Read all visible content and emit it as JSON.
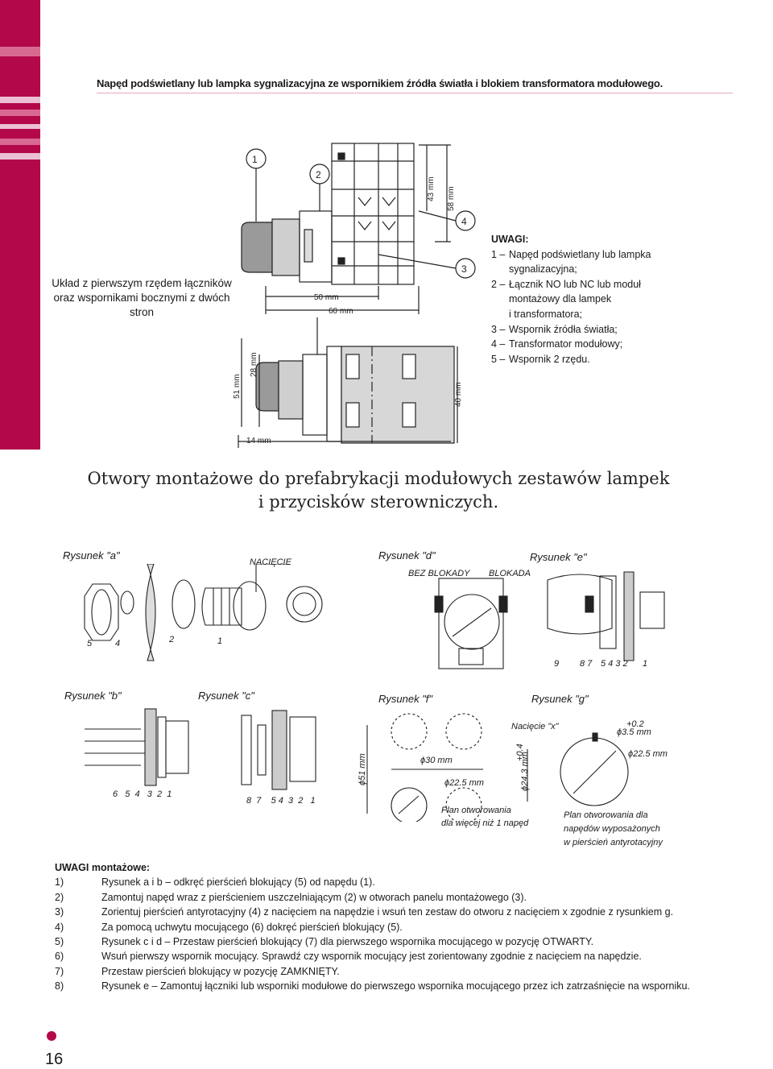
{
  "header": {
    "title": "Napęd podświetlany lub lampka sygnalizacyjna ze wspornikiem źródła światła i blokiem transformatora modułowego."
  },
  "arrangement_label": "Układ z pierwszym rzędem łączników oraz wspornikami bocznymi z dwóch stron",
  "top_drawing": {
    "callouts": [
      "1",
      "2",
      "3",
      "4"
    ],
    "dims": {
      "d43": "43 mm",
      "d58": "58 mm",
      "d50": "50 mm",
      "d60": "60 mm",
      "d51": "51 mm",
      "d28": "28 mm",
      "d40": "40 mm",
      "d14": "14 mm"
    }
  },
  "notes": {
    "heading": "UWAGI:",
    "items": [
      {
        "num": "1 –",
        "text": "Napęd podświetlany lub lampka"
      },
      {
        "num": "",
        "text": "sygnalizacyjna;"
      },
      {
        "num": "2 –",
        "text": "Łącznik NO lub NC lub moduł"
      },
      {
        "num": "",
        "text": "montażowy dla lampek"
      },
      {
        "num": "",
        "text": "i transformatora;"
      },
      {
        "num": "3 –",
        "text": "Wspornik źródła światła;"
      },
      {
        "num": "4 –",
        "text": "Transformator modułowy;"
      },
      {
        "num": "5 –",
        "text": "Wspornik 2 rzędu."
      }
    ]
  },
  "section_title": {
    "line1": "Otwory montażowe do prefabrykacji modułowych zestawów lampek",
    "line2": "i przycisków sterowniczych."
  },
  "figures": {
    "a": {
      "label": "Rysunek \"a\"",
      "notch": "NACIĘCIE",
      "nums": [
        "5",
        "4",
        "2",
        "1"
      ]
    },
    "d": {
      "label": "Rysunek \"d\"",
      "no_lock": "BEZ BLOKADY",
      "lock": "BLOKADA"
    },
    "e": {
      "label": "Rysunek \"e\"",
      "nums": [
        "9",
        "8 7",
        "5 4 3 2",
        "1"
      ]
    },
    "b": {
      "label": "Rysunek \"b\"",
      "nums": "6   5  4   3  2  1"
    },
    "c": {
      "label": "Rysunek \"c\"",
      "nums": "8  7    5 4  3  2   1"
    },
    "f": {
      "label": "Rysunek \"f\"",
      "d51": "ϕ51 mm",
      "d30": "ϕ30 mm",
      "d22": "ϕ22.5 mm",
      "caption1": "Plan otworowania",
      "caption2": "dla więcej niż 1 napęd"
    },
    "g": {
      "label": "Rysunek \"g\"",
      "notch": "Nacięcie \"x\"",
      "d35": "ϕ3.5 mm",
      "tol1": "+0.2",
      "tol2": "+0.4",
      "d243": "ϕ24.3 mm",
      "d225": "ϕ22.5 mm",
      "caption1": "Plan otworowania dla",
      "caption2": "napędów wyposażonych",
      "caption3": "w pierścień antyrotacyjny"
    }
  },
  "mounting_notes": {
    "heading": "UWAGI montażowe:",
    "items": [
      {
        "num": "1)",
        "text": "Rysunek a i b – odkręć pierścień blokujący (5) od napędu (1)."
      },
      {
        "num": "2)",
        "text": "Zamontuj napęd wraz z pierścieniem uszczelniającym (2) w otworach panelu montażowego (3)."
      },
      {
        "num": "3)",
        "text": "Zorientuj pierścień antyrotacyjny (4) z nacięciem na napędzie i wsuń ten zestaw do otworu z nacięciem x zgodnie z rysunkiem g."
      },
      {
        "num": "4)",
        "text": "Za pomocą uchwytu mocującego (6) dokręć pierścień blokujący (5)."
      },
      {
        "num": "5)",
        "text": "Rysunek c i d – Przestaw pierścień blokujący (7) dla pierwszego wspornika mocującego w pozycję OTWARTY."
      },
      {
        "num": "6)",
        "text": "Wsuń pierwszy wspornik mocujący. Sprawdź czy wspornik mocujący jest zorientowany zgodnie z nacięciem na napędzie."
      },
      {
        "num": "7)",
        "text": "Przestaw pierścień blokujący w pozycję ZAMKNIĘTY."
      },
      {
        "num": "8)",
        "text": "Rysunek e – Zamontuj łączniki lub wsporniki modułowe do pierwszego wspornika mocującego przez ich zatrzaśnięcie na wsporniku."
      }
    ]
  },
  "page_number": "16",
  "colors": {
    "accent": "#b3084a",
    "stripe_light": "#d86a92",
    "stripe_pale": "#ecc0d2"
  }
}
